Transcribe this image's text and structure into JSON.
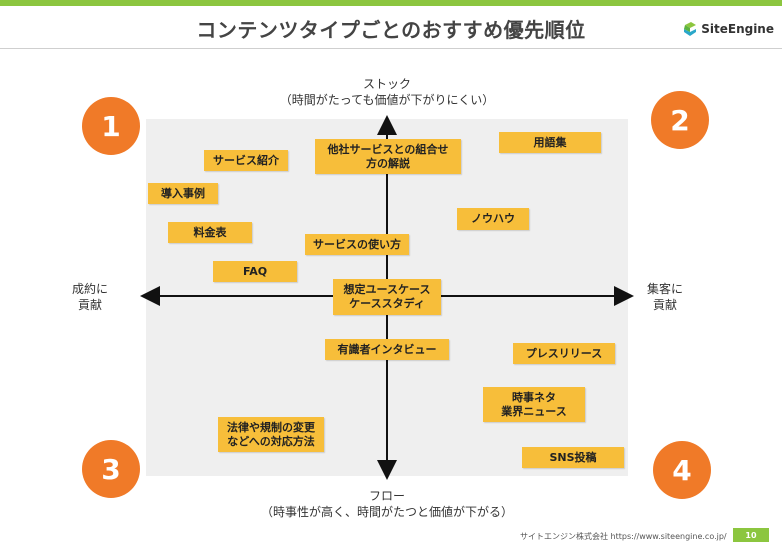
{
  "title": "コンテンツタイプごとのおすすめ優先順位",
  "logo_text": "SiteEngine",
  "axes": {
    "top_line1": "ストック",
    "top_line2": "（時間がたっても価値が下がりにくい）",
    "bottom_line1": "フロー",
    "bottom_line2": "（時事性が高く、時間がたつと価値が下がる）",
    "left_line1": "成約に",
    "left_line2": "貢献",
    "right_line1": "集客に",
    "right_line2": "貢献"
  },
  "quadrants": [
    "1",
    "2",
    "3",
    "4"
  ],
  "items": {
    "service_intro": "サービス紹介",
    "case_studies": "導入事例",
    "pricing": "料金表",
    "faq": "FAQ",
    "combo_line1": "他社サービスとの組合せ",
    "combo_line2": "方の解説",
    "how_to_use": "サービスの使い方",
    "usecase_line1": "想定ユースケース",
    "usecase_line2": "ケーススタディ",
    "expert_interview": "有識者インタビュー",
    "law_line1": "法律や規制の変更",
    "law_line2": "などへの対応方法",
    "glossary": "用語集",
    "knowhow": "ノウハウ",
    "press_release": "プレスリリース",
    "news_line1": "時事ネタ",
    "news_line2": "業界ニュース",
    "sns_posts": "SNS投稿"
  },
  "footer": {
    "company": "サイトエンジン株式会社 https://www.siteengine.co.jp/",
    "page": "10"
  },
  "colors": {
    "accent_green": "#8cc63f",
    "bubble_orange": "#f07a28",
    "box_yellow": "#f7be3a"
  }
}
